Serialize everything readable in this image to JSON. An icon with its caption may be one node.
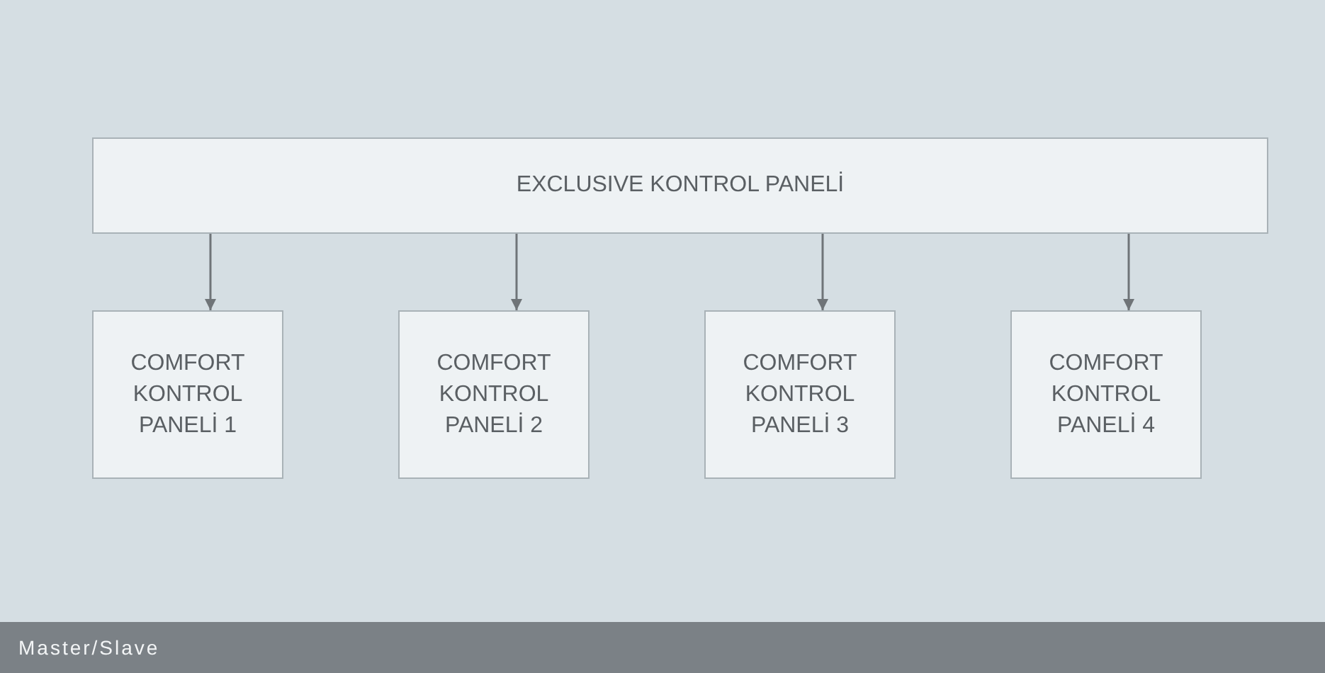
{
  "diagram": {
    "nodes": [
      {
        "text": [
          "EXCLUSIVE KONTROL PANELİ"
        ]
      },
      {
        "text": [
          "COMFORT KONTROL PANELİ 1"
        ]
      },
      {
        "text": [
          "COMFORT KONTROL PANELİ 2"
        ]
      },
      {
        "text": [
          "COMFORT KONTROL PANELİ 3"
        ]
      },
      {
        "text": [
          "COMFORT KONTROL PANELİ 4"
        ]
      }
    ],
    "edges": [
      {
        "from": 0,
        "to": 1,
        "arrow": "to"
      },
      {
        "from": 0,
        "to": 2,
        "arrow": "to"
      },
      {
        "from": 0,
        "to": 3,
        "arrow": "to"
      },
      {
        "from": 0,
        "to": 4,
        "arrow": "to"
      }
    ],
    "labels": [
      "Master/Slave"
    ]
  }
}
